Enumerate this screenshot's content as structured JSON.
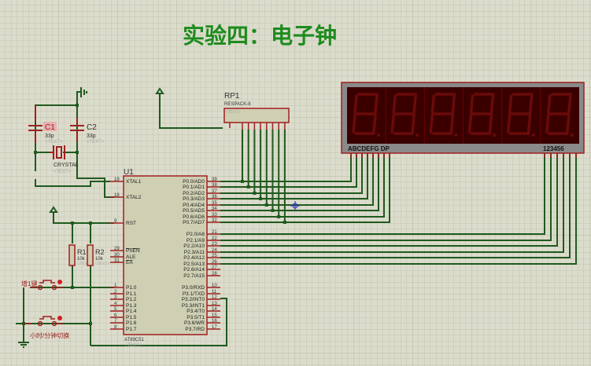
{
  "title": "实验四：电子钟",
  "colors": {
    "background": "#dcdccc",
    "wire": "#1f5a1f",
    "component": "#a02020",
    "chip_fill": "#cfcfb3",
    "title": "#1e8c1e",
    "display_bg": "#3a0000",
    "display_frame": "#8a8a8a"
  },
  "crystal": {
    "c1": {
      "ref": "C1",
      "value": "33p",
      "text": "<TEXT>"
    },
    "c2": {
      "ref": "C2",
      "value": "33p",
      "text": "<TEXT>"
    },
    "x1": {
      "label": "CRYSTAL",
      "text": "<TEXT>"
    }
  },
  "rp1": {
    "ref": "RP1",
    "type": "RESPACK-8",
    "text": "<TEXT>"
  },
  "u1": {
    "ref": "U1",
    "part": "AT89C51",
    "text": "<TEXT>",
    "left_pins": [
      {
        "num": "19",
        "name": "XTAL1"
      },
      {
        "num": "18",
        "name": "XTAL2"
      },
      {
        "num": "9",
        "name": "RST"
      },
      {
        "num": "29",
        "name": "PSEN"
      },
      {
        "num": "30",
        "name": "ALE"
      },
      {
        "num": "31",
        "name": "EA"
      },
      {
        "num": "1",
        "name": "P1.0"
      },
      {
        "num": "2",
        "name": "P1.1"
      },
      {
        "num": "3",
        "name": "P1.2"
      },
      {
        "num": "4",
        "name": "P1.3"
      },
      {
        "num": "5",
        "name": "P1.4"
      },
      {
        "num": "6",
        "name": "P1.5"
      },
      {
        "num": "7",
        "name": "P1.6"
      },
      {
        "num": "8",
        "name": "P1.7"
      }
    ],
    "right_pins": [
      {
        "num": "39",
        "name": "P0.0/AD0"
      },
      {
        "num": "38",
        "name": "P0.1/AD1"
      },
      {
        "num": "37",
        "name": "P0.2/AD2"
      },
      {
        "num": "36",
        "name": "P0.3/AD3"
      },
      {
        "num": "35",
        "name": "P0.4/AD4"
      },
      {
        "num": "34",
        "name": "P0.5/AD5"
      },
      {
        "num": "33",
        "name": "P0.6/AD6"
      },
      {
        "num": "32",
        "name": "P0.7/AD7"
      },
      {
        "num": "21",
        "name": "P2.0/A8"
      },
      {
        "num": "22",
        "name": "P2.1/A9"
      },
      {
        "num": "23",
        "name": "P2.2/A10"
      },
      {
        "num": "24",
        "name": "P2.3/A11"
      },
      {
        "num": "25",
        "name": "P2.4/A12"
      },
      {
        "num": "26",
        "name": "P2.5/A13"
      },
      {
        "num": "27",
        "name": "P2.6/A14"
      },
      {
        "num": "28",
        "name": "P2.7/A15"
      },
      {
        "num": "10",
        "name": "P3.0/RXD"
      },
      {
        "num": "11",
        "name": "P3.1/TXD"
      },
      {
        "num": "12",
        "name": "P3.2/INT0"
      },
      {
        "num": "13",
        "name": "P3.3/INT1"
      },
      {
        "num": "14",
        "name": "P3.4/T0"
      },
      {
        "num": "15",
        "name": "P3.5/T1"
      },
      {
        "num": "16",
        "name": "P3.6/WR"
      },
      {
        "num": "17",
        "name": "P3.7/RD"
      }
    ]
  },
  "r1": {
    "ref": "R1",
    "value": "10k",
    "text": "<TEXT>"
  },
  "r2": {
    "ref": "R2",
    "value": "10k",
    "text": "<TEXT>"
  },
  "buttons": [
    {
      "label": "增1键"
    },
    {
      "label": "小时/分钟切换"
    }
  ],
  "display": {
    "digits": 6,
    "segment_label": "ABCDEFG DP",
    "common_label": "123456"
  }
}
